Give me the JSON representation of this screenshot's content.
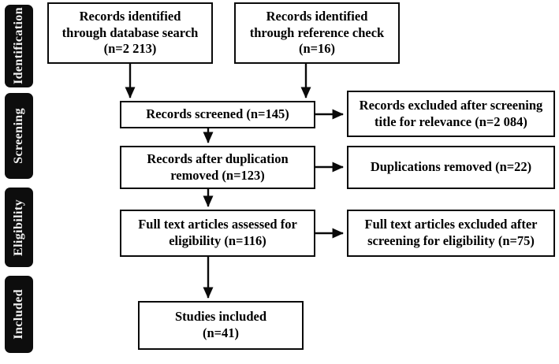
{
  "diagram": {
    "type": "prisma-flow-diagram",
    "line_color": "#0a0a0a",
    "box_fill": "#ffffff",
    "stage_fill": "#0d0d0d",
    "stage_text_color": "#f2f2f2"
  },
  "stages": [
    {
      "label": "Identification"
    },
    {
      "label": "Screening"
    },
    {
      "label": "Eligibility"
    },
    {
      "label": "Included"
    }
  ],
  "boxes": {
    "records_database": "Records identified\nthrough database search\n(n=2 213)",
    "records_reference": "Records identified\nthrough reference check\n(n=16)",
    "records_screened": "Records screened (n=145)",
    "records_excluded": "Records excluded after screening\ntitle for relevance (n=2 084)",
    "records_after_duplication": "Records after duplication\nremoved (n=123)",
    "duplications_removed": "Duplications removed (n=22)",
    "fulltext_assessed": "Full text articles assessed for\neligibility (n=116)",
    "fulltext_excluded": "Full text articles excluded after\nscreening for eligibility (n=75)",
    "studies_included": "Studies included\n(n=41)"
  },
  "counts": {
    "database_search": "2 213",
    "reference_check": "16",
    "screened": "145",
    "excluded_title": "2 084",
    "after_duplication": "123",
    "duplications_removed": "22",
    "fulltext_assessed": "116",
    "fulltext_excluded": "75",
    "studies_included": "41"
  }
}
